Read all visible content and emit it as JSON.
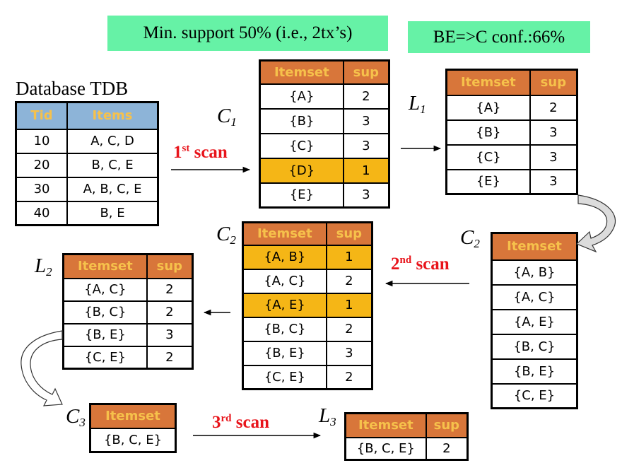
{
  "notes": {
    "min_support": "Min. support 50% (i.e., 2tx’s)",
    "confidence": "BE=>C conf.:66%"
  },
  "tdb": {
    "title": "Database TDB",
    "headers": [
      "Tid",
      "Items"
    ],
    "rows": [
      [
        "10",
        "A, C, D"
      ],
      [
        "20",
        "B, C, E"
      ],
      [
        "30",
        "A, B, C, E"
      ],
      [
        "40",
        "B, E"
      ]
    ]
  },
  "labels": {
    "c1": "C",
    "c1_sub": "1",
    "l1": "L",
    "l1_sub": "1",
    "c2a": "C",
    "c2a_sub": "2",
    "c2b": "C",
    "c2b_sub": "2",
    "l2": "L",
    "l2_sub": "2",
    "c3": "C",
    "c3_sub": "3",
    "l3": "L",
    "l3_sub": "3"
  },
  "scans": {
    "first": "1",
    "first_sup": "st",
    "first_word": " scan",
    "second": "2",
    "second_sup": "nd",
    "second_word": " scan",
    "third": "3",
    "third_sup": "rd",
    "third_word": " scan"
  },
  "header": {
    "itemset": "Itemset",
    "sup": "sup"
  },
  "c1": [
    [
      "{A}",
      "2"
    ],
    [
      "{B}",
      "3"
    ],
    [
      "{C}",
      "3"
    ],
    [
      "{D}",
      "1"
    ],
    [
      "{E}",
      "3"
    ]
  ],
  "l1": [
    [
      "{A}",
      "2"
    ],
    [
      "{B}",
      "3"
    ],
    [
      "{C}",
      "3"
    ],
    [
      "{E}",
      "3"
    ]
  ],
  "c2_list": [
    "{A, B}",
    "{A, C}",
    "{A, E}",
    "{B, C}",
    "{B, E}",
    "{C, E}"
  ],
  "c2_counts": [
    [
      "{A, B}",
      "1"
    ],
    [
      "{A, C}",
      "2"
    ],
    [
      "{A, E}",
      "1"
    ],
    [
      "{B, C}",
      "2"
    ],
    [
      "{B, E}",
      "3"
    ],
    [
      "{C, E}",
      "2"
    ]
  ],
  "l2": [
    [
      "{A, C}",
      "2"
    ],
    [
      "{B, C}",
      "2"
    ],
    [
      "{B, E}",
      "3"
    ],
    [
      "{C, E}",
      "2"
    ]
  ],
  "c3": [
    "{B, C, E}"
  ],
  "l3": [
    [
      "{B, C, E}",
      "2"
    ]
  ],
  "colors": {
    "note_box": "#66f2a6",
    "header": "#d8763a",
    "header_text": "#f6c14b",
    "tdb_header": "#8db4d8",
    "highlight": "#f5b616",
    "scan_text": "#e8141b"
  }
}
